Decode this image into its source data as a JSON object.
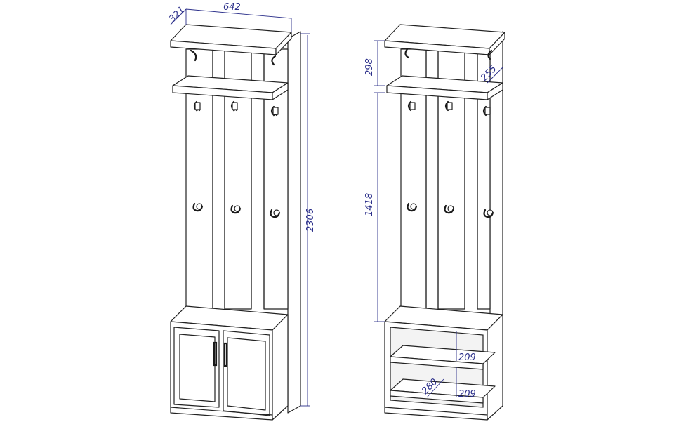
{
  "dimensions": {
    "depth": "321",
    "width": "642",
    "height": "2306",
    "shelf_gap": "298",
    "shelf_depth": "255",
    "panel_height": "1418",
    "lower_gap_1": "209",
    "lower_gap_2": "209",
    "lower_depth": "280"
  },
  "colors": {
    "lines": "#222222",
    "dimensions": "#2b2f8a",
    "background": "#ffffff"
  },
  "icons": [
    "coat-hook-icon",
    "double-hook-icon",
    "door-handle-icon"
  ]
}
